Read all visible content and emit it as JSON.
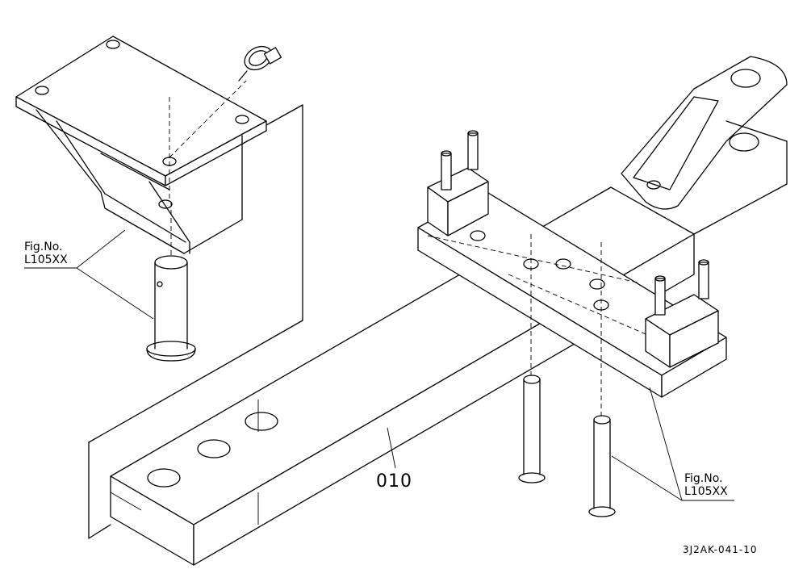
{
  "labels": {
    "ref_top_left": {
      "fig": "Fig.No.",
      "code": "L105XX"
    },
    "ref_bottom_right": {
      "fig": "Fig.No.",
      "code": "L105XX"
    },
    "part_number": "010",
    "drawing_code": "3J2AK-041-10"
  }
}
